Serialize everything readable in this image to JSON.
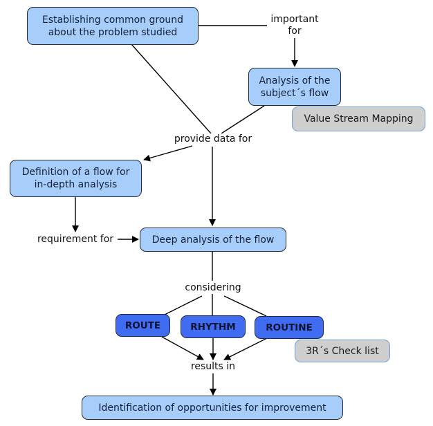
{
  "nodes": {
    "common_ground": "Establishing common ground about the problem studied",
    "subject_flow": "Analysis of the subject´s flow",
    "vsm": "Value Stream Mapping",
    "definition_flow": "Definition of a flow for in-depth analysis",
    "deep_analysis": "Deep analysis of the flow",
    "route": "ROUTE",
    "rhythm": "RHYTHM",
    "routine": "ROUTINE",
    "checklist": "3R´s Check list",
    "identification": "Identification of opportunities for improvement"
  },
  "links": {
    "important_for": "important\nfor",
    "provide_data_for": "provide data for",
    "requirement_for": "requirement for",
    "considering": "considering",
    "results_in": "results in"
  },
  "colors": {
    "concept_fill": "#a7cdfa",
    "r3_fill": "#3f6cf0",
    "tool_fill": "#cfcfcf"
  }
}
